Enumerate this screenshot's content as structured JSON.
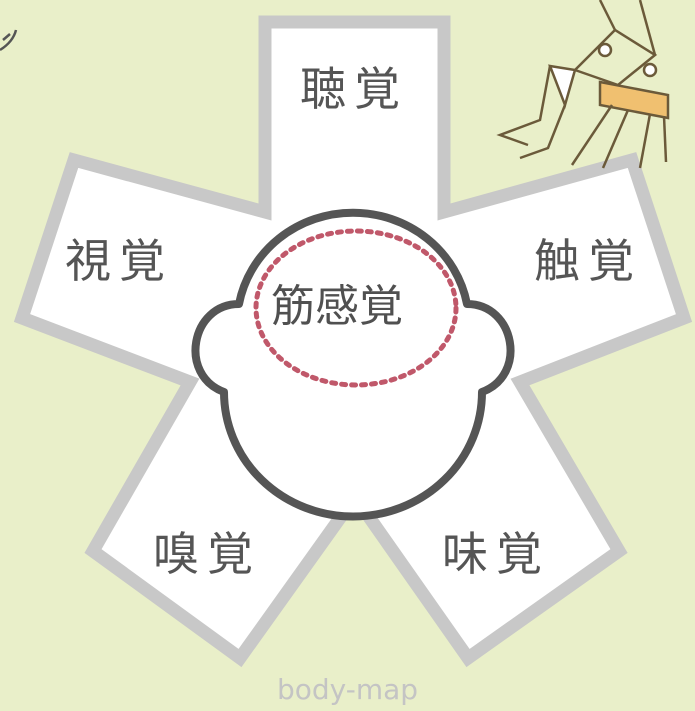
{
  "diagram": {
    "center": {
      "label": "筋感覚",
      "border_color": "#555555",
      "dots_color": "#c0586a"
    },
    "senses": [
      {
        "id": "hearing",
        "label": "聴覚"
      },
      {
        "id": "sight",
        "label": "視覚"
      },
      {
        "id": "touch",
        "label": "触覚"
      },
      {
        "id": "smell",
        "label": "嗅覚"
      },
      {
        "id": "taste",
        "label": "味覚"
      }
    ],
    "colors": {
      "background": "#e9efc9",
      "star_fill": "#ffffff",
      "star_border": "#c8c8c8",
      "text": "#555555"
    }
  },
  "footer": {
    "text": "body-map"
  }
}
